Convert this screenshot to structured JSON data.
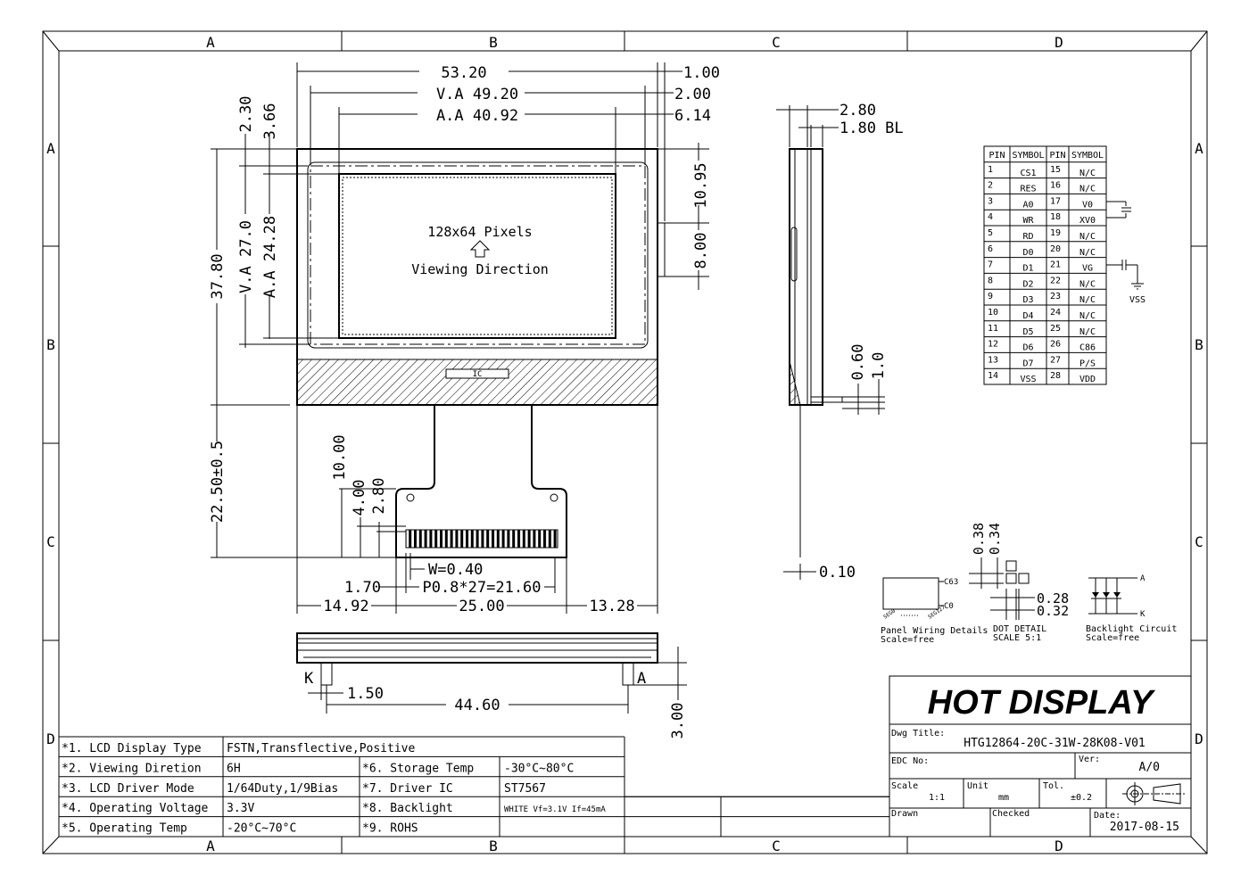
{
  "zones": {
    "columns": [
      "A",
      "B",
      "C",
      "D"
    ],
    "rows": [
      "A",
      "B",
      "C",
      "D"
    ]
  },
  "front_view": {
    "dims": {
      "outline_width": "53.20",
      "va_width": "V.A 49.20",
      "aa_width": "A.A 40.92",
      "right_1": "1.00",
      "right_2": "2.00",
      "right_3": "6.14",
      "top_1": "2.30",
      "top_2": "3.66",
      "height": "37.80",
      "va_height": "V.A 27.0",
      "aa_height": "A.A 24.28",
      "tab_1": "10.95",
      "tab_2": "8.00",
      "fpc_length": "22.50±0.5",
      "fpc_1": "10.00",
      "fpc_2": "4.00",
      "fpc_3": "2.80",
      "pin_width": "W=0.40",
      "pin_offset": "1.70",
      "pitch": "P0.8*27=21.60",
      "left_offset": "14.92",
      "fpc_width": "25.00",
      "right_offset": "13.28"
    },
    "screen_text_1": "128x64 Pixels",
    "screen_text_2": "Viewing Direction",
    "ic_label": "IC"
  },
  "side_view": {
    "dim_1": "2.80",
    "dim_2": "1.80 BL",
    "dim_3": "0.60",
    "dim_4": "1.0",
    "dim_5": "0.10"
  },
  "bottom_view": {
    "k_label": "K",
    "a_label": "A",
    "dim_1": "1.50",
    "dim_2": "44.60",
    "dim_3": "3.00"
  },
  "pin_table": {
    "headers": [
      "PIN",
      "SYMBOL",
      "PIN",
      "SYMBOL"
    ],
    "rows": [
      [
        "1",
        "CS1",
        "15",
        "N/C"
      ],
      [
        "2",
        "RES",
        "16",
        "N/C"
      ],
      [
        "3",
        "A0",
        "17",
        "V0"
      ],
      [
        "4",
        "WR",
        "18",
        "XV0"
      ],
      [
        "5",
        "RD",
        "19",
        "N/C"
      ],
      [
        "6",
        "D0",
        "20",
        "N/C"
      ],
      [
        "7",
        "D1",
        "21",
        "VG"
      ],
      [
        "8",
        "D2",
        "22",
        "N/C"
      ],
      [
        "9",
        "D3",
        "23",
        "N/C"
      ],
      [
        "10",
        "D4",
        "24",
        "N/C"
      ],
      [
        "11",
        "D5",
        "25",
        "N/C"
      ],
      [
        "12",
        "D6",
        "26",
        "C86"
      ],
      [
        "13",
        "D7",
        "27",
        "P/S"
      ],
      [
        "14",
        "VSS",
        "28",
        "VDD"
      ]
    ],
    "vss_label": "VSS"
  },
  "details": {
    "panel_wiring": "Panel Wiring Details",
    "panel_scale": "Scale=free",
    "dot_dim_1": "0.38",
    "dot_dim_2": "0.34",
    "dot_dim_3": "0.28",
    "dot_dim_4": "0.32",
    "dot_detail": "DOT DETAIL",
    "dot_scale": "SCALE 5:1",
    "backlight": "Backlight Circuit",
    "backlight_scale": "Scale=free",
    "seg0": "SEG0",
    "seg127": "SEG127",
    "com63": "C63",
    "com0": "C0",
    "bl_a": "A",
    "bl_k": "K"
  },
  "spec_table": [
    {
      "label": "*1. LCD Display Type",
      "value": "FSTN,Transflective,Positive",
      "label2": "",
      "value2": ""
    },
    {
      "label": "*2. Viewing Diretion",
      "value": "6H",
      "label2": "*6. Storage Temp",
      "value2": "-30°C~80°C"
    },
    {
      "label": "*3. LCD Driver Mode",
      "value": "1/64Duty,1/9Bias",
      "label2": "*7. Driver IC",
      "value2": "ST7567"
    },
    {
      "label": "*4. Operating Voltage",
      "value": "3.3V",
      "label2": "*8. Backlight",
      "value2": "WHITE Vf=3.1V If=45mA"
    },
    {
      "label": "*5. Operating Temp",
      "value": "-20°C~70°C",
      "label2": "*9. ROHS",
      "value2": ""
    }
  ],
  "title_block": {
    "company": "HOT DISPLAY",
    "dwg_title_label": "Dwg Title:",
    "dwg_title": "HTG12864-20C-31W-28K08-V01",
    "edc_label": "EDC No:",
    "ver_label": "Ver:",
    "ver": "A/0",
    "scale_label": "Scale",
    "scale": "1:1",
    "unit_label": "Unit",
    "unit": "mm",
    "tol_label": "Tol.",
    "tol": "±0.2",
    "drawn_label": "Drawn",
    "checked_label": "Checked",
    "date_label": "Date:",
    "date": "2017-08-15"
  }
}
